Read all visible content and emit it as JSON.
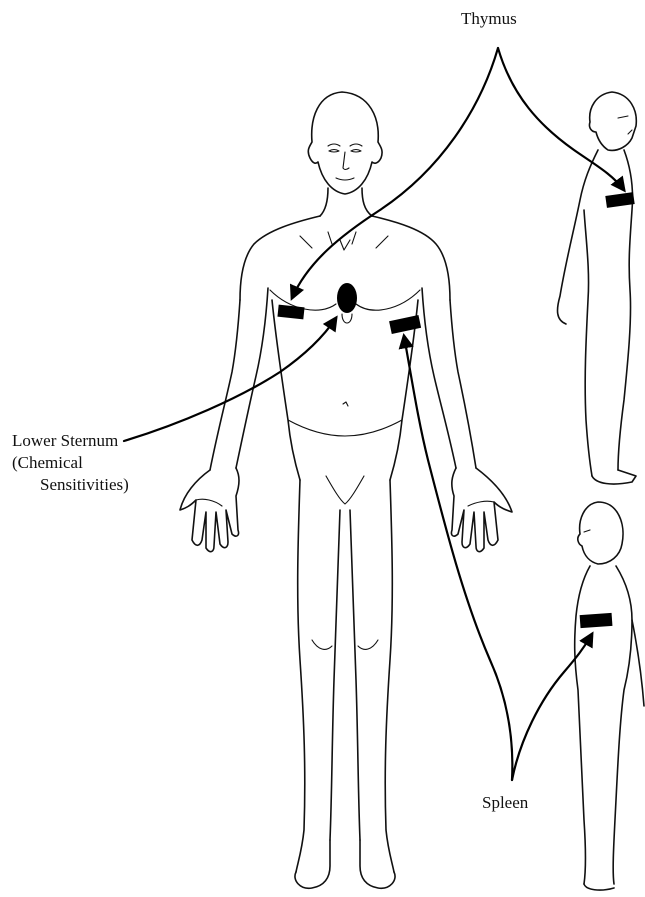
{
  "labels": {
    "thymus": "Thymus",
    "lower_sternum_line1": "Lower Sternum",
    "lower_sternum_line2": "(Chemical",
    "lower_sternum_line3": "Sensitivities)",
    "spleen": "Spleen"
  },
  "colors": {
    "ink": "#111111",
    "background": "#ffffff",
    "marker": "#000000"
  }
}
